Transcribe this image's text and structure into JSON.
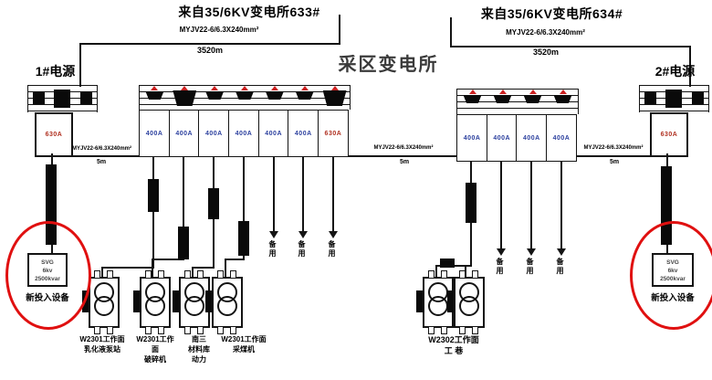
{
  "header": {
    "left_feed": {
      "title": "来自35/6KV变电所633#",
      "cable_spec": "MYJV22-6/6.3X240mm²",
      "cable_length": "3520m"
    },
    "right_feed": {
      "title": "来自35/6KV变电所634#",
      "cable_spec": "MYJV22-6/6.3X240mm²",
      "cable_length": "3520m"
    },
    "station_title": "采区变电所"
  },
  "supplies": {
    "left": {
      "label": "1#电源",
      "breaker_rating": "630A"
    },
    "right": {
      "label": "2#电源",
      "breaker_rating": "630A"
    }
  },
  "tie_cables": {
    "left": {
      "spec": "MYJV22-6/6.3X240mm²",
      "length": "5m"
    },
    "middle": {
      "spec": "MYJV22-6/6.3X240mm²",
      "length": "5m"
    },
    "right": {
      "spec": "MYJV22-6/6.3X240mm²",
      "length": "5m"
    }
  },
  "bus_left": {
    "ratings": [
      "400A",
      "400A",
      "400A",
      "400A",
      "400A",
      "400A",
      "630A"
    ]
  },
  "bus_right": {
    "ratings": [
      "400A",
      "400A",
      "400A",
      "400A"
    ]
  },
  "spares_left": [
    "备用",
    "备用",
    "备用"
  ],
  "spares_right": [
    "备用",
    "备用",
    "备用"
  ],
  "transformers_left": [
    {
      "line1": "W2301工作面",
      "line2": "乳化液泵站",
      "line3": ""
    },
    {
      "line1": "W2301工作",
      "line2": "面",
      "line3": "破碎机"
    },
    {
      "line1": "南三",
      "line2": "材料库",
      "line3": "动力"
    },
    {
      "line1": "W2301工作面",
      "line2": "采煤机",
      "line3": ""
    }
  ],
  "transformers_right": {
    "line1": "W2302工作面",
    "line2": "工 巷"
  },
  "svg_units": {
    "left": {
      "row1": "SVG",
      "row2": "6kv",
      "row3": "2500kvar",
      "caption": "新投入设备"
    },
    "right": {
      "row1": "SVG",
      "row2": "6kv",
      "row3": "2500kvar",
      "caption": "新投入设备"
    }
  },
  "colors": {
    "highlight_red": "#e01010",
    "rating_blue": "#2b3f9e",
    "rating_red": "#b03020",
    "line": "#141414"
  }
}
